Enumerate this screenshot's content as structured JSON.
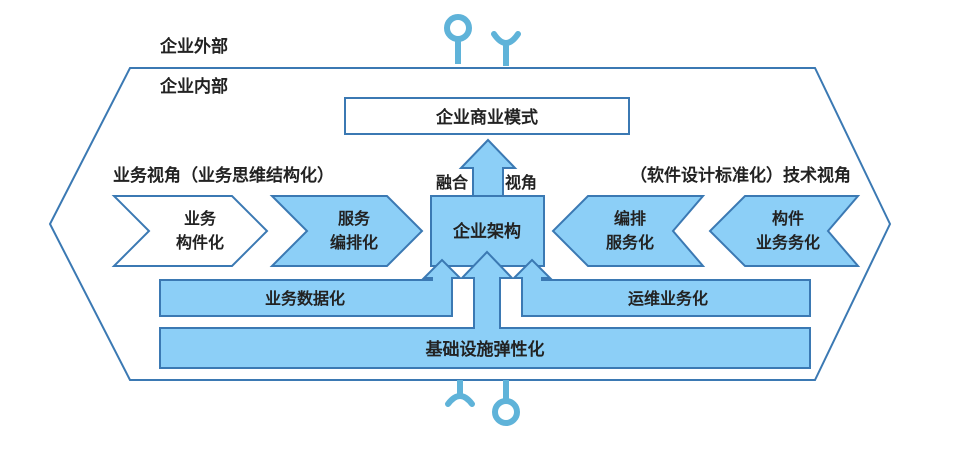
{
  "labels": {
    "outside": "企业外部",
    "inside": "企业内部",
    "business_model": "企业商业模式",
    "fusion": "融合",
    "view": "视角",
    "left_heading": "业务视角（业务思维结构化）",
    "right_heading": "（软件设计标准化）技术视角",
    "enterprise_arch": "企业架构",
    "biz_componentize_1": "业务",
    "biz_componentize_2": "构件化",
    "service_orch_1": "服务",
    "service_orch_2": "编排化",
    "orch_service_1": "编排",
    "orch_service_2": "服务化",
    "component_biz_1": "构件",
    "component_biz_2": "业务务化",
    "biz_data": "业务数据化",
    "ops_biz": "运维业务化",
    "infra_flex": "基础设施弹性化"
  },
  "colors": {
    "stroke": "#3b79b3",
    "fill": "#8ccff7",
    "fill_light": "#ffffff",
    "text": "#222222",
    "icon": "#5fb3d9"
  }
}
